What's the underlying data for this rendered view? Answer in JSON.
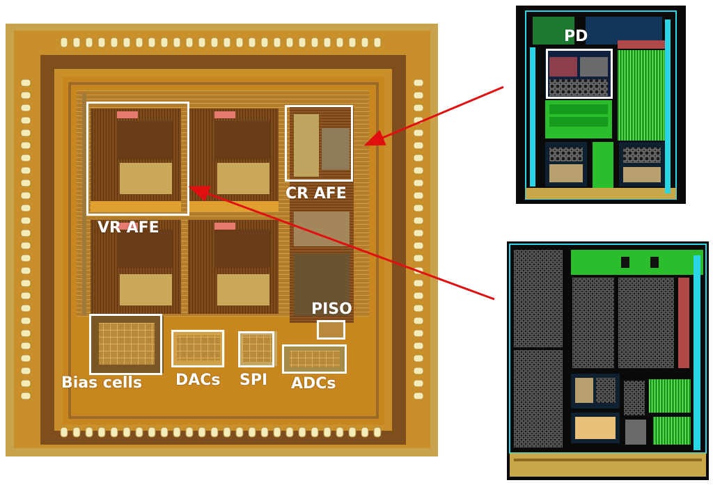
{
  "die_photo": {
    "blocks": [
      {
        "id": "vr_afe",
        "label": "VR AFE"
      },
      {
        "id": "cr_afe",
        "label": "CR AFE"
      },
      {
        "id": "piso",
        "label": "PISO"
      },
      {
        "id": "bias",
        "label": "Bias cells"
      },
      {
        "id": "dacs",
        "label": "DACs"
      },
      {
        "id": "spi",
        "label": "SPI"
      },
      {
        "id": "adcs",
        "label": "ADCs"
      }
    ]
  },
  "layout_top": {
    "label": "PD"
  },
  "colors": {
    "pad": "#f2eab5",
    "die_ring": "#8a5a1e",
    "die_body": "#c2821e",
    "label": "#ffffff",
    "arrow": "#e01010",
    "layout_bg": "#0a0a0a",
    "layout_green": "#2bbd2b",
    "layout_cyan": "#2ad6e6"
  }
}
